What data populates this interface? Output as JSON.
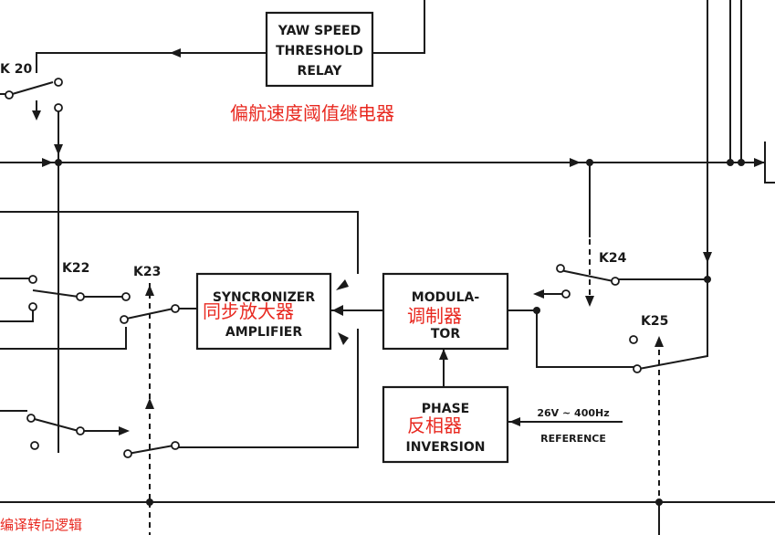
{
  "blocks": {
    "yaw_relay": {
      "lines": [
        "YAW SPEED",
        "THRESHOLD",
        "RELAY"
      ],
      "annotation": "偏航速度阈值继电器"
    },
    "sync_amp": {
      "lines": [
        "SYNCRONIZER",
        "AMPLIFIER"
      ],
      "annotation": "同步放大器"
    },
    "modulator": {
      "lines": [
        "MODULA-",
        "TOR"
      ],
      "annotation": "调制器"
    },
    "phase_inv": {
      "lines": [
        "PHASE",
        "INVERSION"
      ],
      "annotation": "反相器"
    }
  },
  "switches": {
    "k20": "K 20",
    "k22": "K22",
    "k23": "K23",
    "k24": "K24",
    "k25": "K25"
  },
  "reference": {
    "voltage": "26V ~ 400Hz",
    "label": "REFERENCE"
  },
  "footer_annotation": "编译转向逻辑"
}
